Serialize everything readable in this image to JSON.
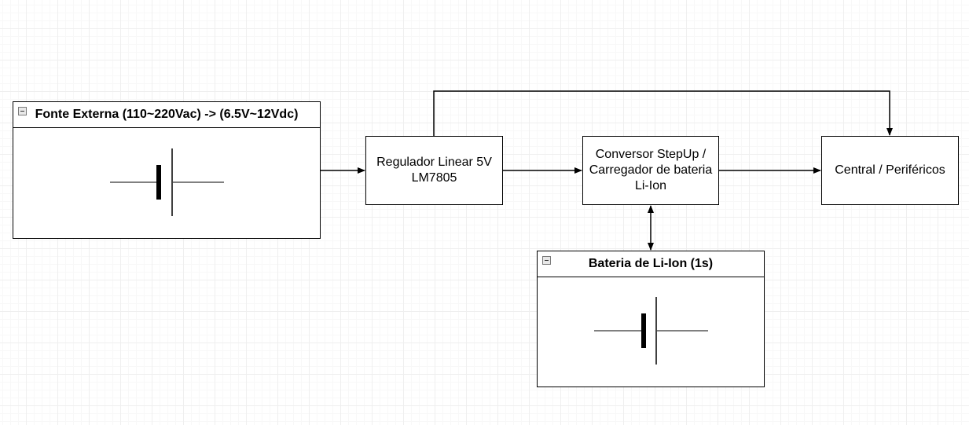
{
  "diagram": {
    "fonte_externa": {
      "title": "Fonte Externa (110~220Vac) -> (6.5V~12Vdc)"
    },
    "bateria": {
      "title": "Bateria de Li-Ion (1s)"
    },
    "regulador": {
      "label": "Regulador Linear 5V\nLM7805"
    },
    "conversor": {
      "label": "Conversor StepUp /\nCarregador de bateria\nLi-Ion"
    },
    "central": {
      "label": "Central / Periféricos"
    }
  },
  "icons": {
    "collapse": "collapse-icon",
    "battery": "battery-symbol-icon"
  },
  "colors": {
    "stroke": "#000000",
    "grid": "#efefef",
    "background": "#ffffff"
  }
}
